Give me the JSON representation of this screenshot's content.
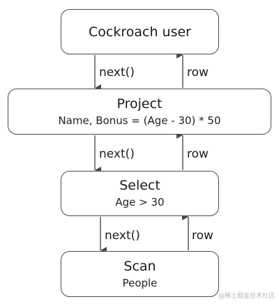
{
  "nodes": {
    "user": {
      "title": "Cockroach user"
    },
    "project": {
      "title": "Project",
      "detail": "Name, Bonus = (Age - 30) * 50"
    },
    "select": {
      "title": "Select",
      "detail": "Age > 30"
    },
    "scan": {
      "title": "Scan",
      "detail": "People"
    }
  },
  "edges": {
    "user_project": {
      "down_label": "next()",
      "up_label": "row"
    },
    "project_select": {
      "down_label": "next()",
      "up_label": "row"
    },
    "select_scan": {
      "down_label": "next()",
      "up_label": "row"
    }
  },
  "watermark": "@稀土掘金技术社区",
  "colors": {
    "stroke": "#4a4a4a",
    "text": "#1a1a1a"
  }
}
